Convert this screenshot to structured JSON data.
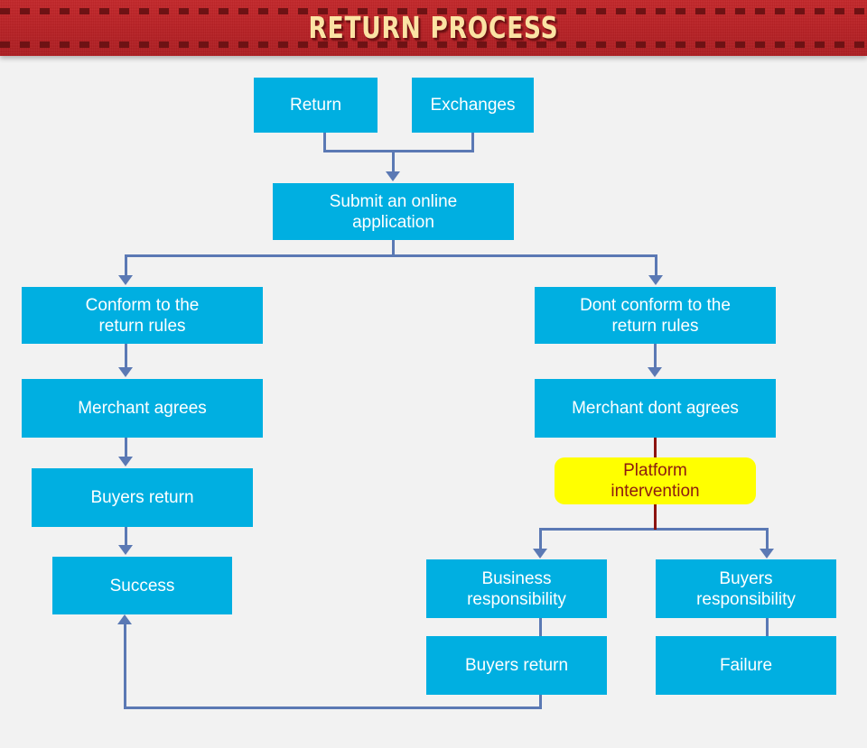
{
  "header": {
    "title": "RETURN PROCESS",
    "background_color": "#BC2226",
    "title_color": "#FBE3A4",
    "dash_color": "#6E1214"
  },
  "canvas": {
    "background_color": "#F2F2F2",
    "node_color": "#00AFE1",
    "node_text_color": "#FFFFFF",
    "highlight_color": "#FFFF00",
    "highlight_text_color": "#8C1A10",
    "connector_color": "#5B79B4",
    "red_connector_color": "#8C1410"
  },
  "nodes": {
    "return": "Return",
    "exchanges": "Exchanges",
    "submit": "Submit an online\napplication",
    "submit_line1": "Submit an online",
    "submit_line2": "application",
    "conform": "Conform to the\nreturn rules",
    "conform_line1": "Conform to the",
    "conform_line2": "return rules",
    "merchant_agrees": "Merchant agrees",
    "buyers_return_left": "Buyers return",
    "success": "Success",
    "dont_conform": "Dont conform to the\nreturn rules",
    "dont_conform_line1": "Dont conform to the",
    "dont_conform_line2": "return rules",
    "merchant_dont_agrees": "Merchant dont agrees",
    "platform_intervention": "Platform\nintervention",
    "platform_line1": "Platform",
    "platform_line2": "intervention",
    "business_responsibility": "Business\nresponsibility",
    "business_line1": "Business",
    "business_line2": "responsibility",
    "buyers_responsibility": "Buyers\nresponsibility",
    "buyers_resp_line1": "Buyers",
    "buyers_resp_line2": "responsibility",
    "buyers_return_bottom": "Buyers return",
    "failure": "Failure"
  },
  "flow": {
    "edges": [
      {
        "from": "return",
        "to": "submit"
      },
      {
        "from": "exchanges",
        "to": "submit"
      },
      {
        "from": "submit",
        "to": "conform"
      },
      {
        "from": "submit",
        "to": "dont_conform"
      },
      {
        "from": "conform",
        "to": "merchant_agrees"
      },
      {
        "from": "merchant_agrees",
        "to": "buyers_return_left"
      },
      {
        "from": "buyers_return_left",
        "to": "success"
      },
      {
        "from": "dont_conform",
        "to": "merchant_dont_agrees"
      },
      {
        "from": "merchant_dont_agrees",
        "to": "platform_intervention"
      },
      {
        "from": "platform_intervention",
        "to": "business_responsibility"
      },
      {
        "from": "platform_intervention",
        "to": "buyers_responsibility"
      },
      {
        "from": "business_responsibility",
        "to": "buyers_return_bottom"
      },
      {
        "from": "buyers_responsibility",
        "to": "failure"
      },
      {
        "from": "buyers_return_bottom",
        "to": "success"
      }
    ]
  }
}
